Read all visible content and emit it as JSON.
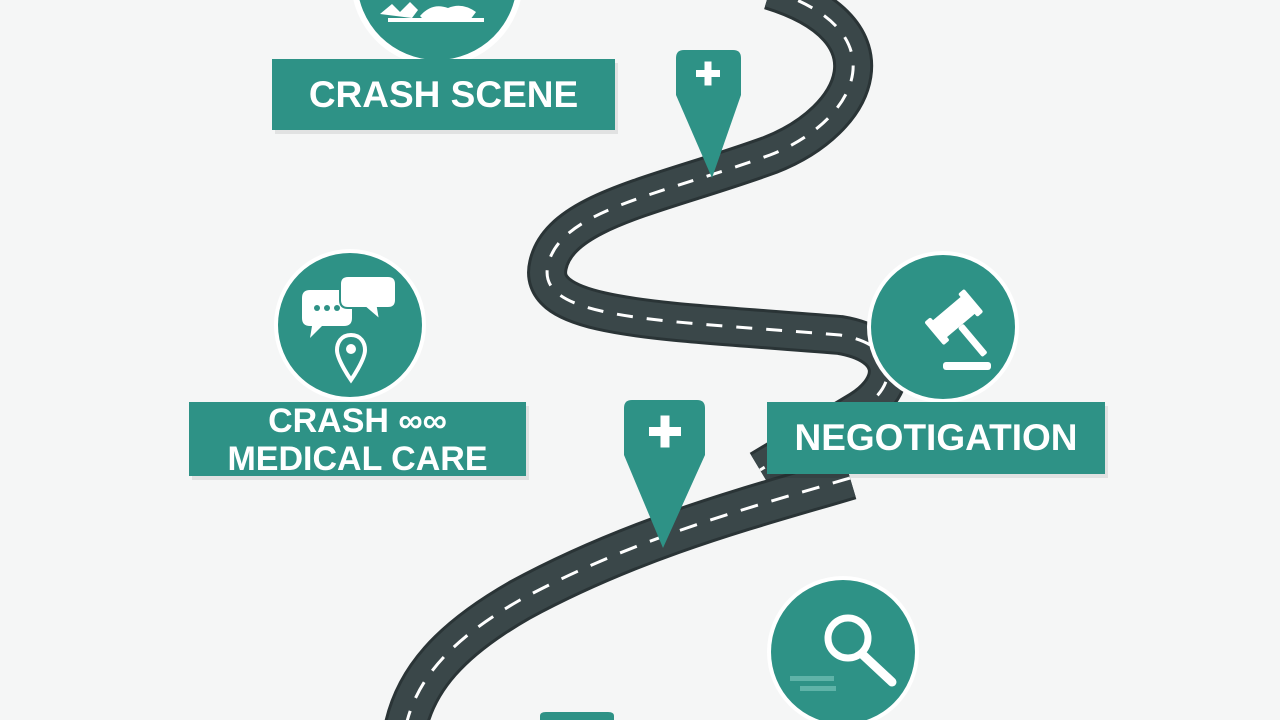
{
  "steps": {
    "crash_scene": {
      "label": "CRASH SCENE",
      "icon": "crash-scene-icon"
    },
    "medical_care": {
      "line1": "CRASH ∞∞",
      "line2": "MEDICAL CARE",
      "icons": [
        "chat-bubbles-icon",
        "location-pin-icon"
      ]
    },
    "negotiation": {
      "label": "NEGOTIGATION",
      "icon": "gavel-icon"
    },
    "investigation": {
      "icon": "magnifier-icon"
    }
  },
  "markers": [
    {
      "icon": "medical-cross-icon"
    },
    {
      "icon": "medical-cross-icon"
    }
  ],
  "colors": {
    "accent": "#2e9286",
    "road": "#3a4749",
    "road_edge": "#2a3436",
    "dash": "#ffffff",
    "background": "#f5f6f6"
  }
}
